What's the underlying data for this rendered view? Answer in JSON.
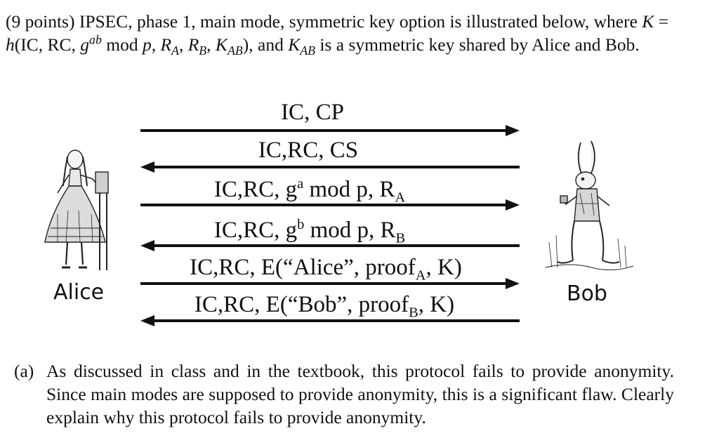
{
  "intro": {
    "points": "(9 points)",
    "lead": "IPSEC, phase 1, main mode, symmetric key option is illustrated below, where",
    "formula_var": "K",
    "formula_eq": "=",
    "formula_fn": "h",
    "formula_args_1": "(IC, RC,",
    "formula_g": "g",
    "formula_sup": "ab",
    "formula_mod": "mod",
    "formula_p": "p,",
    "formula_r": "R",
    "formula_ra_sub": "A",
    "formula_rb_sub": "B",
    "formula_k": "K",
    "formula_kab_sub": "AB",
    "formula_close": "),",
    "and_text": "and",
    "tail": "is a symmetric key shared by Alice and Bob.",
    "comma": ","
  },
  "figures": {
    "alice_label": "Alice",
    "bob_label": "Bob"
  },
  "messages": [
    {
      "direction": "right",
      "text": "IC, CP"
    },
    {
      "direction": "left",
      "text": "IC,RC, CS"
    },
    {
      "direction": "right",
      "pre": "IC,RC, g",
      "sup": "a",
      "mid": " mod p, R",
      "sub": "A"
    },
    {
      "direction": "left",
      "pre": "IC,RC, g",
      "sup": "b",
      "mid": " mod p, R",
      "sub": "B"
    },
    {
      "direction": "right",
      "pre": "IC,RC, E(“Alice”, proof",
      "sub": "A",
      "post": ", K)"
    },
    {
      "direction": "left",
      "pre": "IC,RC, E(“Bob”, proof",
      "sub": "B",
      "post": ", K)"
    }
  ],
  "question": {
    "tag": "(a)",
    "text": "As discussed in class and in the textbook, this protocol fails to provide anonymity. Since main modes are supposed to provide anonymity, this is a significant flaw. Clearly explain why this protocol fails to provide anonymity."
  },
  "colors": {
    "ink": "#111111",
    "background": "#ffffff"
  }
}
